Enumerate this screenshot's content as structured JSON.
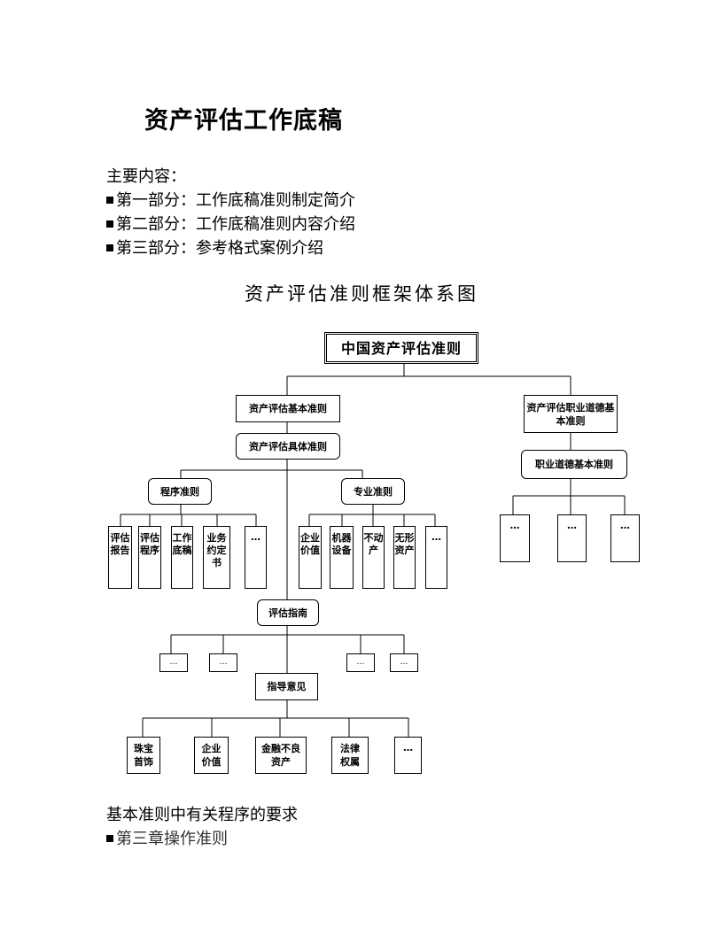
{
  "title": "资产评估工作底稿",
  "intro": {
    "heading": "主要内容：",
    "items": [
      "第一部分：工作底稿准则制定简介",
      "第二部分：工作底稿准则内容介绍",
      "第三部分：参考格式案例介绍"
    ]
  },
  "diagram": {
    "title": "资产评估准则框架体系图",
    "root": "中国资产评估准则",
    "basic_standard": "资产评估基本准则",
    "ethics_standard": "资产评估职业道德基本准则",
    "specific_standard": "资产评估具体准则",
    "ethics_basic": "职业道德基本准则",
    "procedure_standard": "程序准则",
    "professional_standard": "专业准则",
    "procedure_items": [
      "评估报告",
      "评估程序",
      "工作底稿",
      "业务约定书",
      "…"
    ],
    "professional_items": [
      "企业价值",
      "机器设备",
      "不动产",
      "无形资产",
      "…"
    ],
    "ethics_items": [
      "…",
      "…",
      "…"
    ],
    "guide": "评估指南",
    "guide_items": [
      "…",
      "…",
      "…",
      "…"
    ],
    "opinion": "指导意见",
    "opinion_items": [
      "珠宝首饰",
      "企业价值",
      "金融不良资产",
      "法律权属",
      "…"
    ]
  },
  "section2": {
    "heading": "基本准则中有关程序的要求",
    "item": "第三章操作准则"
  }
}
